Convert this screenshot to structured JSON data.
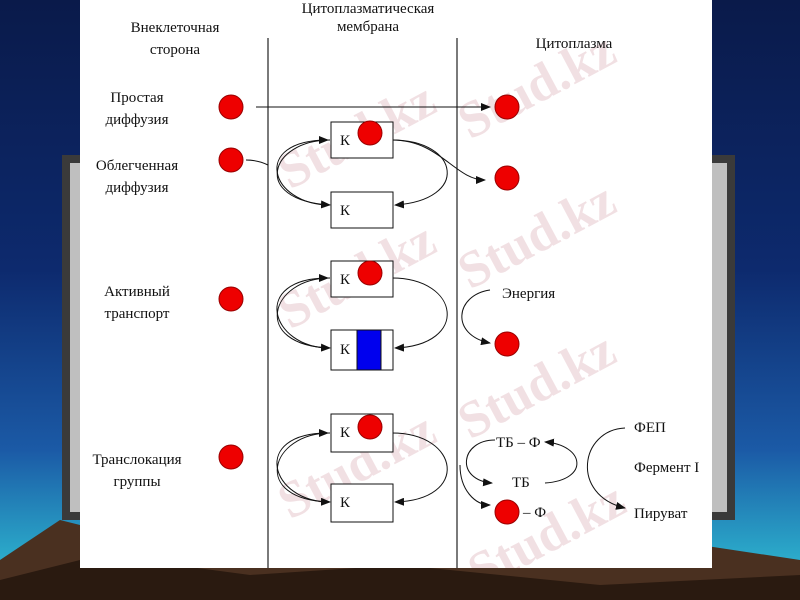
{
  "headers": {
    "extracellular": [
      "Внеклеточная",
      "сторона"
    ],
    "membrane": [
      "Цитоплазматическая",
      "мембрана"
    ],
    "cytoplasm": "Цитоплазма"
  },
  "rows": [
    {
      "label": [
        "Простая",
        "диффузия"
      ]
    },
    {
      "label": [
        "Облегченная",
        "диффузия"
      ],
      "carrier_top": "К",
      "carrier_bottom": "К"
    },
    {
      "label": [
        "Активный",
        "транспорт"
      ],
      "carrier_top": "К",
      "carrier_bottom": "К",
      "energy": "Энергия"
    },
    {
      "label": [
        "Транслокация",
        "группы"
      ],
      "carrier_top": "К",
      "carrier_bottom": "К",
      "tb_f": "ТБ – Ф",
      "tb": "ТБ",
      "minus_f": "– Ф",
      "fep": "ФЕП",
      "enzyme": "Фермент I",
      "pyruvate": "Пируват"
    }
  ],
  "watermark": "Stud.kz",
  "colors": {
    "molecule": "#ee0000",
    "energy_block": "#0000ee",
    "panel": "#ffffff",
    "background": "#0d2a6e"
  }
}
